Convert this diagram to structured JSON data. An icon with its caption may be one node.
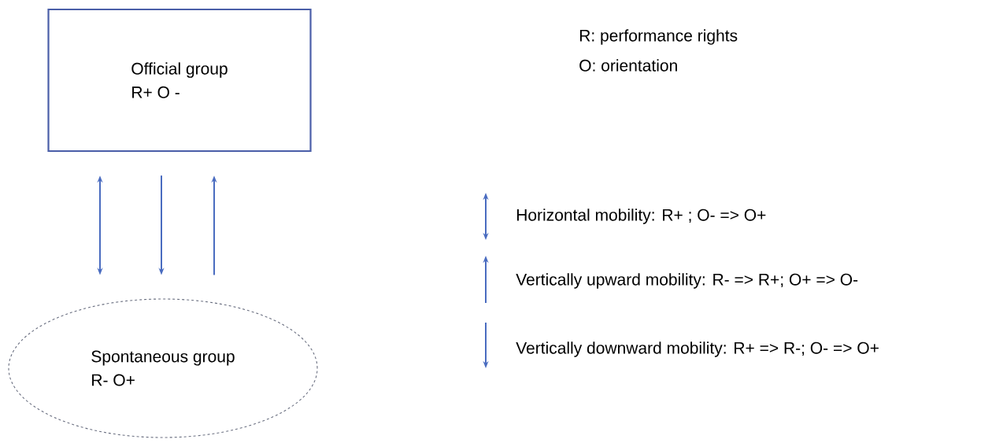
{
  "diagram": {
    "nodes": [
      {
        "text": [
          "Official group",
          "R+ O -"
        ]
      },
      {
        "text": [
          "Spontaneous group",
          "R- O+"
        ]
      }
    ],
    "edges": [
      {
        "from": 0,
        "to": 1,
        "arrow": "both"
      },
      {
        "from": 0,
        "to": 1,
        "arrow": "to"
      },
      {
        "from": 1,
        "to": 0,
        "arrow": "to"
      }
    ],
    "labels": [
      "R: performance rights",
      "O: orientation"
    ],
    "legend": [
      {
        "text": "Horizontal mobility: R+ ; O- => O+"
      },
      {
        "text": "Vertically upward mobility: R- => R+; O+ => O-"
      },
      {
        "text": "Vertically downward mobility: R+ => R-; O- => O+"
      }
    ]
  }
}
